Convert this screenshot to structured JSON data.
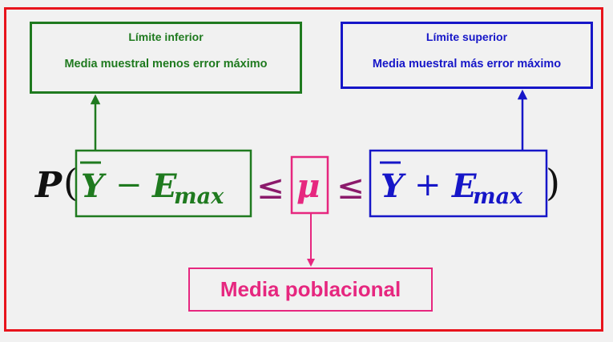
{
  "lower_limit": {
    "title": "Límite inferior",
    "description": "Media muestral menos error máximo",
    "color": "#1f7a1f"
  },
  "upper_limit": {
    "title": "Límite superior",
    "description": "Media muestral más error máximo",
    "color": "#1616c8"
  },
  "formula": {
    "prob": "P",
    "open_paren": "(",
    "close_paren": ")",
    "ybar": "Y",
    "minus": "−",
    "plus": "+",
    "e": "E",
    "subscript": "max",
    "leq": "≤",
    "mu": "μ",
    "mu_color": "#e6277f",
    "leq_color": "#8b1a6b"
  },
  "population": {
    "label": "Media poblacional",
    "color": "#e6277f"
  },
  "frame_color": "#e8141c"
}
